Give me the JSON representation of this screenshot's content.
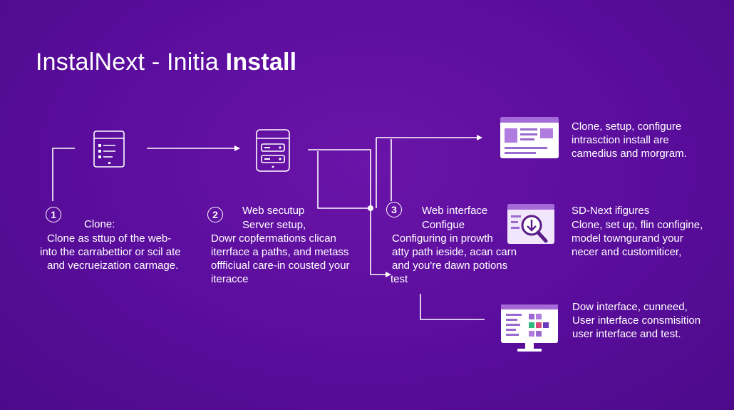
{
  "title": {
    "normal": "InstalNext - Initia",
    "bold": "Install"
  },
  "steps": {
    "one": {
      "number": "1",
      "heading": "Clone:",
      "lines": [
        "Clone as sttup of the web-",
        "into the carrabettior or scil ate",
        "and vecrueization carmage."
      ]
    },
    "two": {
      "number": "2",
      "heading": "Web secutup",
      "lines": [
        "Server setup,",
        "Dowr copfermations clican",
        "iterrface a paths, and metass",
        "offficiual care-in cousted your",
        "iteracce"
      ]
    },
    "three": {
      "number": "3",
      "heading": "Web interface",
      "lines": [
        "Configue",
        "Configuring in prowth",
        "atty path ieside, acan carn",
        "and you're dawn potions",
        "test"
      ]
    }
  },
  "right": {
    "top": [
      "Clone, setup, configure",
      "intrasction install are",
      "camedius and morgram."
    ],
    "mid": [
      "SD-Next ifigures",
      "Clone, set up, flin configine,",
      "model towngurand your",
      "necer and customiticer,"
    ],
    "bottom": [
      "Dow interface, cunneed,",
      "User interface consmisition",
      "user  interface and test."
    ]
  },
  "icons": [
    "document-icon",
    "server-icon",
    "browser-window-icon",
    "magnifier-download-icon",
    "monitor-icon"
  ],
  "colors": {
    "background": "#5a0d9c",
    "accent": "#a46ad8",
    "white": "#ffffff"
  }
}
